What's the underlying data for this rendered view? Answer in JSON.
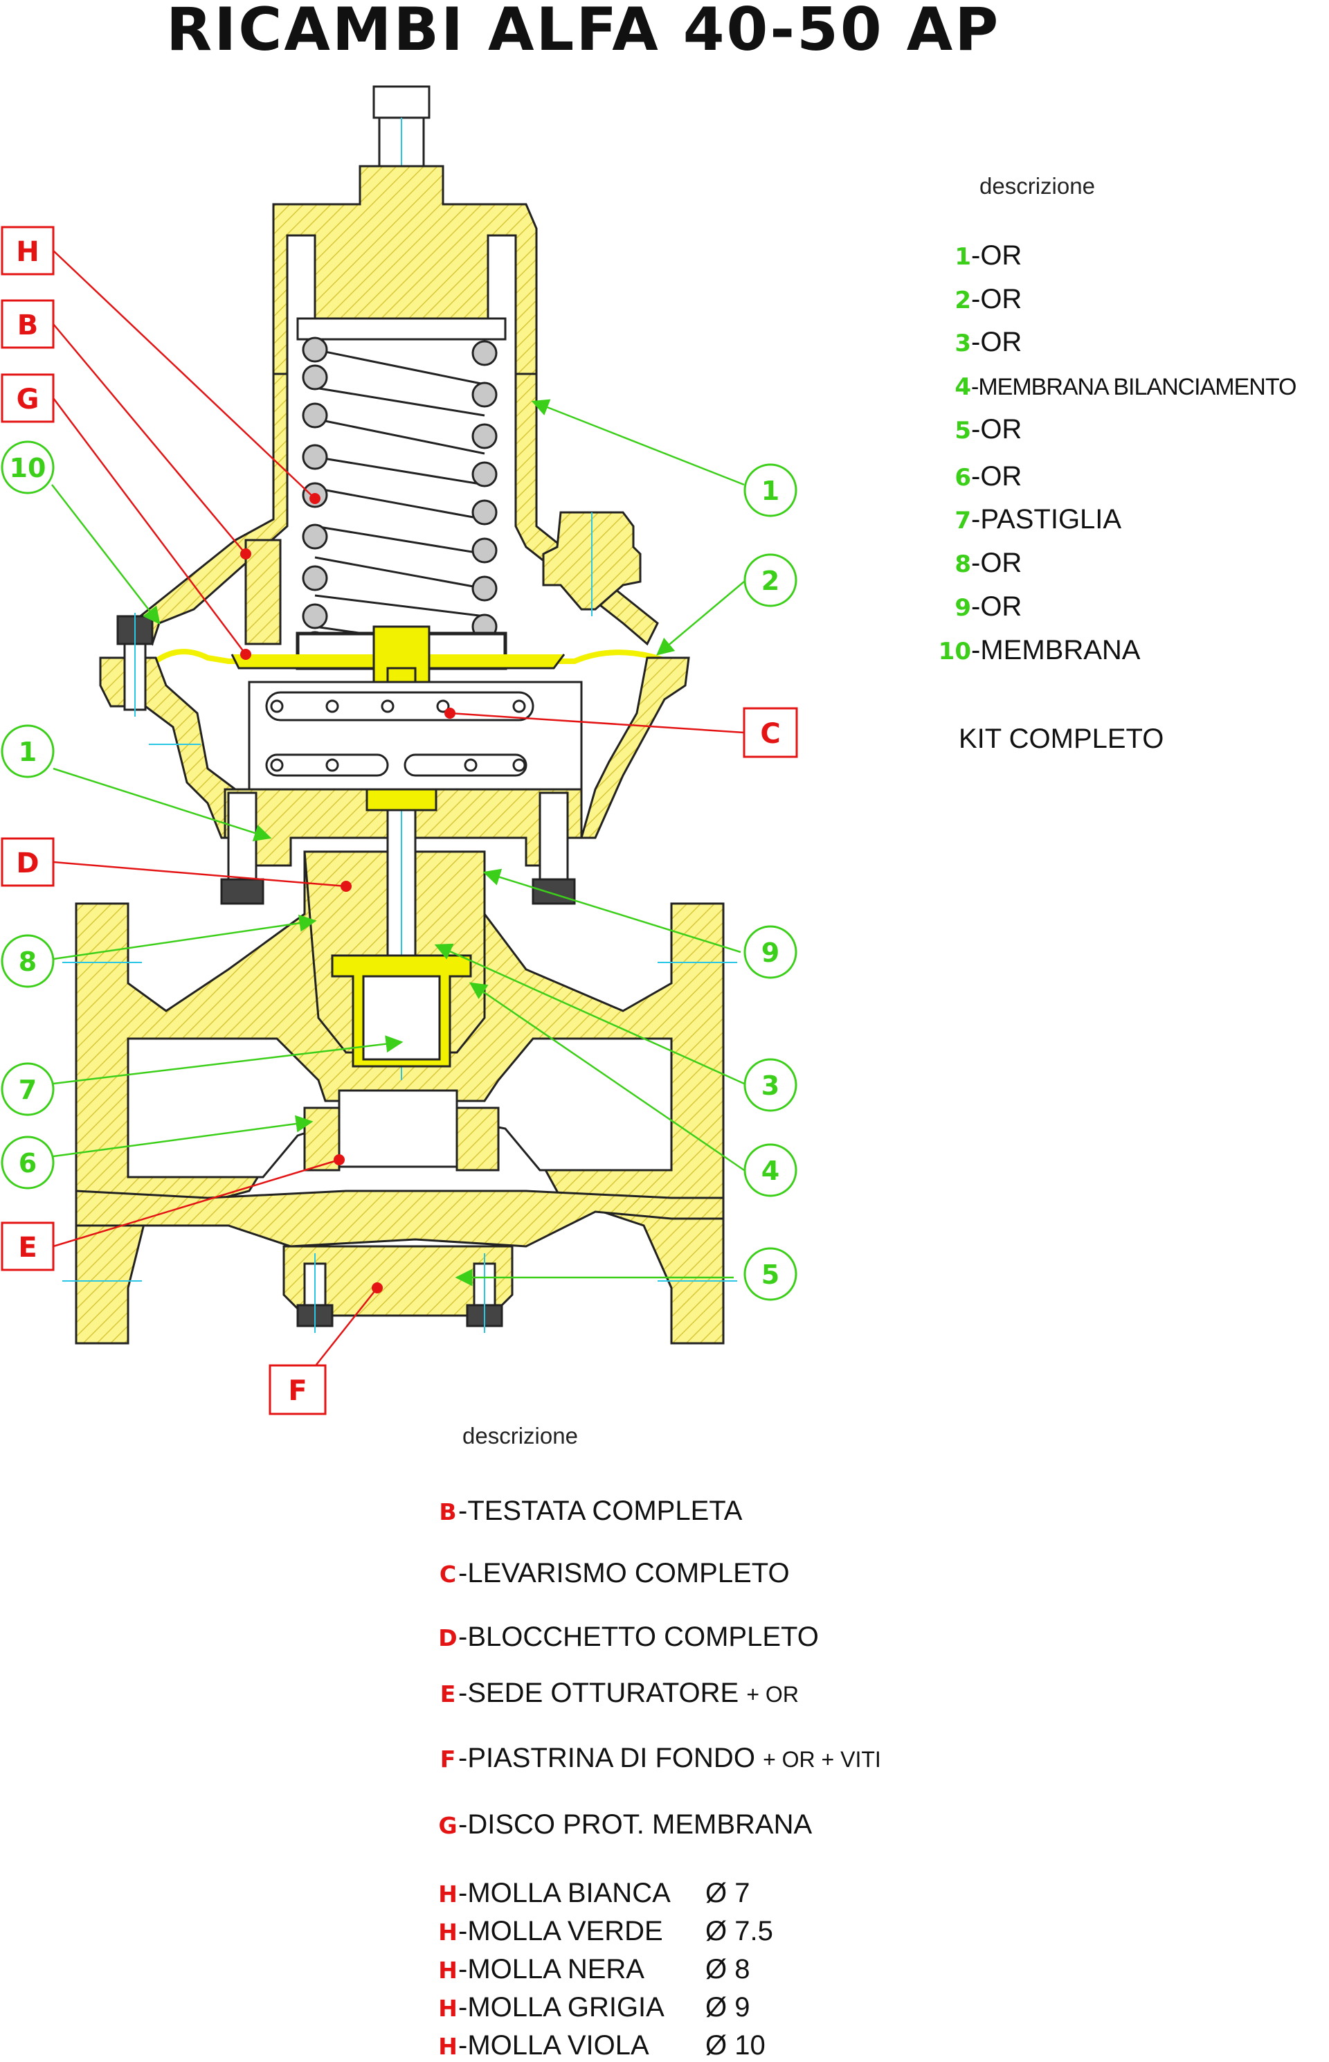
{
  "title": "RICAMBI ALFA 40-50 AP",
  "parts_table": {
    "header": "descrizione",
    "rows": [
      {
        "num": "1",
        "text": "-OR"
      },
      {
        "num": "2",
        "text": "-OR"
      },
      {
        "num": "3",
        "text": "-OR"
      },
      {
        "num": "4",
        "text": "-MEMBRANA BILANCIAMENTO"
      },
      {
        "num": "5",
        "text": "-OR"
      },
      {
        "num": "6",
        "text": "-OR"
      },
      {
        "num": "7",
        "text": "-PASTIGLIA"
      },
      {
        "num": "8",
        "text": "-OR"
      },
      {
        "num": "9",
        "text": "-OR"
      },
      {
        "num": "10",
        "text": "-MEMBRANA"
      }
    ],
    "kit": "KIT COMPLETO"
  },
  "assemblies_table": {
    "header": "descrizione",
    "rows": [
      {
        "letter": "B",
        "text": "-TESTATA COMPLETA",
        "extra": ""
      },
      {
        "letter": "C",
        "text": "-LEVARISMO COMPLETO",
        "extra": ""
      },
      {
        "letter": "D",
        "text": "-BLOCCHETTO COMPLETO",
        "extra": ""
      },
      {
        "letter": "E",
        "text": "-SEDE OTTURATORE",
        "extra": "+ OR"
      },
      {
        "letter": "F",
        "text": "-PIASTRINA DI FONDO",
        "extra": "+ OR + VITI"
      },
      {
        "letter": "G",
        "text": "-DISCO PROT. MEMBRANA",
        "extra": ""
      }
    ],
    "springs": [
      {
        "letter": "H",
        "text": "-MOLLA BIANCA",
        "diameter": "Ø 7"
      },
      {
        "letter": "H",
        "text": "-MOLLA VERDE",
        "diameter": "Ø 7.5"
      },
      {
        "letter": "H",
        "text": "-MOLLA NERA",
        "diameter": "Ø 8"
      },
      {
        "letter": "H",
        "text": "-MOLLA GRIGIA",
        "diameter": "Ø 9"
      },
      {
        "letter": "H",
        "text": "-MOLLA VIOLA",
        "diameter": "Ø 10"
      }
    ]
  },
  "callouts": {
    "letters": [
      "H",
      "B",
      "G",
      "C",
      "D",
      "E",
      "F"
    ],
    "numbers": [
      "10",
      "1",
      "2",
      "1",
      "8",
      "9",
      "7",
      "3",
      "6",
      "4",
      "5"
    ]
  },
  "colors": {
    "body_fill": "#fbf58c",
    "hatch": "#d9c63a",
    "callout_letter": "#e41414",
    "callout_number": "#3ccf1a",
    "membrane": "#f2f200",
    "centerline": "#29c6e6"
  }
}
